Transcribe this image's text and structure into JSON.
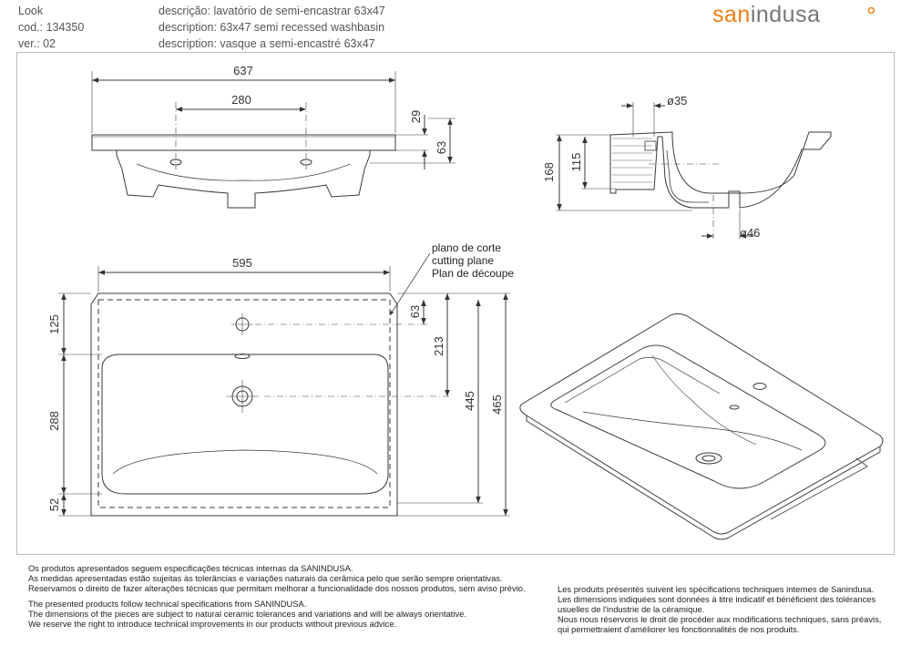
{
  "header": {
    "label_look": "Look",
    "label_cod": "cod.: 134350",
    "label_ver": "ver.: 02",
    "desc_pt": "descrição: lavatório de semi-encastrar 63x47",
    "desc_en": "description: 63x47 semi recessed washbasin",
    "desc_fr": "description: vasque a semi-encastré 63x47"
  },
  "logo": {
    "part1": "san",
    "part2": "indusa"
  },
  "colors": {
    "brand_orange": "#f07c12",
    "logo_grey": "#777777",
    "line": "#3a3a3a",
    "frame": "#bbbbbb"
  },
  "dimensions": {
    "front_width": "637",
    "front_taphole_spacing": "280",
    "front_rim_height": "29",
    "front_total_height": "63",
    "side_overflow_dia": "ø35",
    "side_drain_dia": "ø46",
    "side_height_115": "115",
    "side_height_168": "168",
    "plan_width": "595",
    "plan_back_to_taphole": "125",
    "plan_bowl_length": "288",
    "plan_front_margin": "52",
    "plan_taphole_offset": "63",
    "plan_drain_offset": "213",
    "plan_depth_445": "445",
    "plan_depth_465": "465"
  },
  "cutting_plane": {
    "pt": "plano de corte",
    "en": "cutting plane",
    "fr": "Plan de découpe"
  },
  "notes_left": {
    "pt1": "Os produtos apresentados seguem especificações técnicas internas da SANINDUSA.",
    "pt2": "As medidas apresentadas estão sujeitas às tolerâncias e variações naturais da cerâmica pelo que serão sempre orientativas.",
    "pt3": "Reservamos o direito de fazer alterações técnicas que permitam melhorar a funcionalidade dos nossos produtos, sem aviso prévio.",
    "en1": "The presented products follow technical specifications from SANINDUSA.",
    "en2": "The dimensions of the pieces are subject to natural ceramic tolerances and variations and will be always orientative.",
    "en3": "We reserve the right to introduce technical improvements in our products without previous advice."
  },
  "notes_right": {
    "fr1": "Les produits présentés suivent les spécifications techniques internes de Sanindusa.",
    "fr2": "Les dimensions indiquées sont données à titre indicatif et bénéficient des tolérances",
    "fr3": "usuelles de l'industrie de la céramique.",
    "fr4": "Nous nous réservons le droit de procéder aux modifications techniques, sans préavis,",
    "fr5": "qui permettraient d'améliorer les fonctionnalités de nos produits."
  }
}
